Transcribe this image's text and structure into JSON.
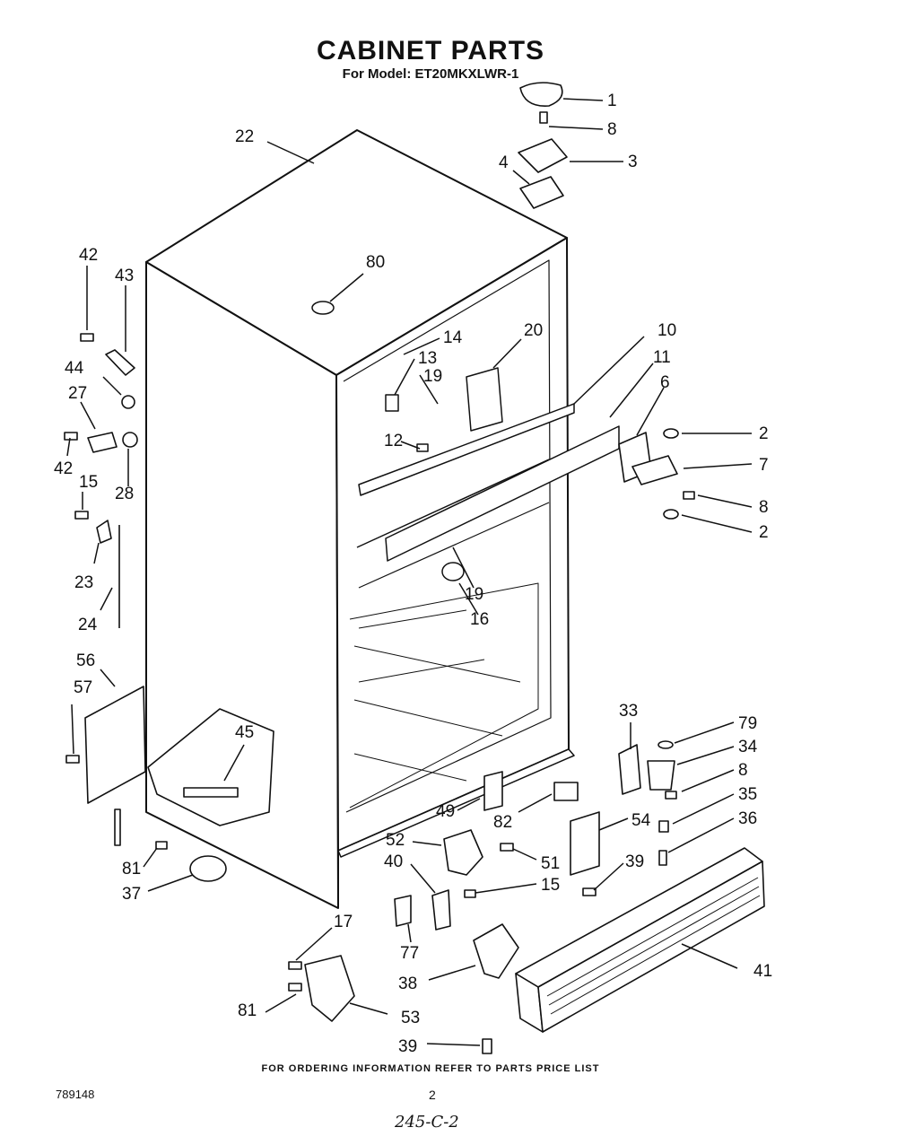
{
  "header": {
    "title": "CABINET PARTS",
    "subtitle": "For Model: ET20MKXLWR-1"
  },
  "callouts": [
    "1",
    "8",
    "3",
    "4",
    "22",
    "80",
    "42",
    "43",
    "44",
    "27",
    "42",
    "28",
    "15",
    "23",
    "24",
    "56",
    "57",
    "14",
    "13",
    "20",
    "19",
    "12",
    "10",
    "11",
    "6",
    "2",
    "7",
    "8",
    "2",
    "19",
    "16",
    "45",
    "33",
    "79",
    "34",
    "8",
    "35",
    "36",
    "49",
    "82",
    "54",
    "52",
    "51",
    "40",
    "15",
    "39",
    "81",
    "37",
    "17",
    "77",
    "38",
    "41",
    "81",
    "53",
    "39"
  ],
  "footer": {
    "note": "FOR ORDERING INFORMATION REFER TO PARTS PRICE LIST",
    "code": "789148",
    "page": "2",
    "handwritten": "245-C-2"
  }
}
